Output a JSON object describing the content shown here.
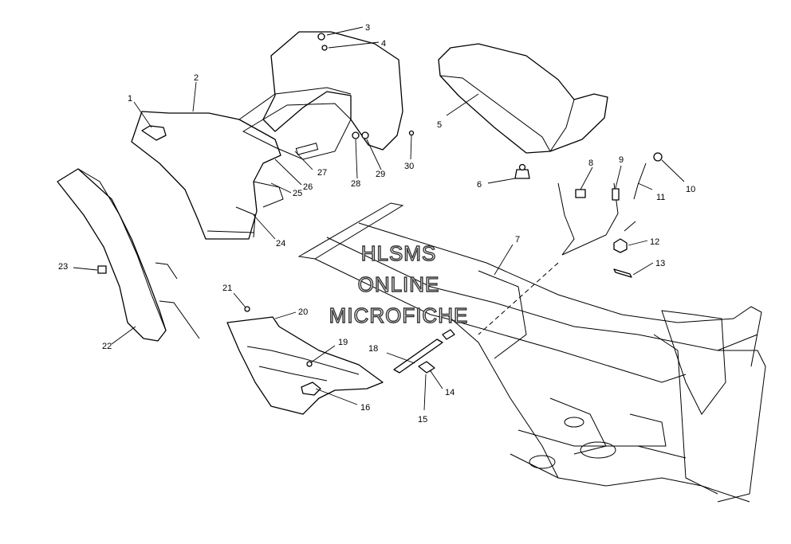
{
  "callouts": [
    "1",
    "2",
    "3",
    "4",
    "5",
    "6",
    "7",
    "8",
    "9",
    "10",
    "11",
    "12",
    "13",
    "14",
    "15",
    "16",
    "19",
    "18",
    "21",
    "20",
    "22",
    "23",
    "24",
    "25",
    "26",
    "27",
    "28",
    "29",
    "30"
  ],
  "watermark": {
    "line1": "HLSMS",
    "line2": "ONLINE",
    "line3": "MICROFICHE"
  },
  "colors": {
    "line": "#000000",
    "background": "#ffffff"
  }
}
